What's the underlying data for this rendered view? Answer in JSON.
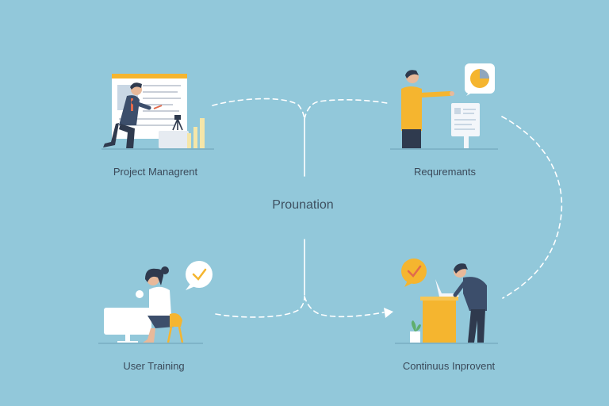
{
  "diagram": {
    "center_label": "Prounation",
    "stages": [
      {
        "label": "Project Managrent",
        "icon": "project-management-illustration"
      },
      {
        "label": "Requremants",
        "icon": "requirements-illustration"
      },
      {
        "label": "User Training",
        "icon": "user-training-illustration"
      },
      {
        "label": "Continuus Inprovent",
        "icon": "continuous-improvement-illustration"
      }
    ]
  },
  "colors": {
    "background": "#92c8da",
    "accent_orange": "#f5b52f",
    "figure_navy": "#3c4e6b",
    "connector_line": "#ffffff"
  }
}
